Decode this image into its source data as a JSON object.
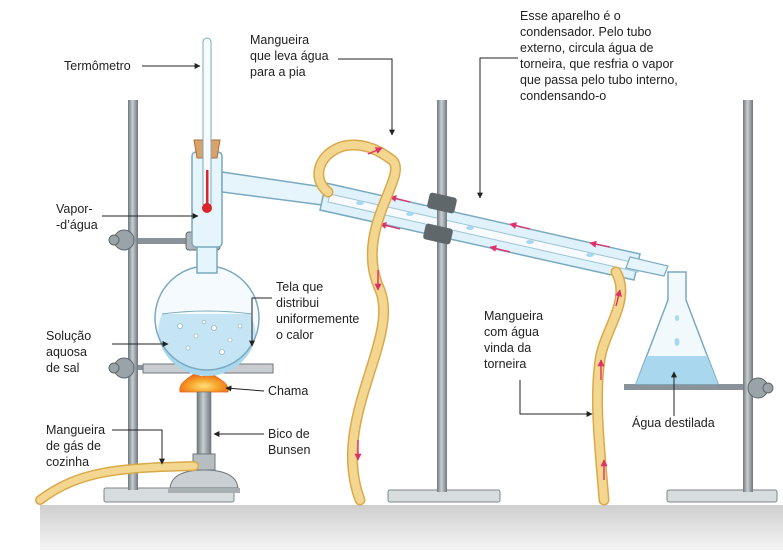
{
  "labels": {
    "termometro": "Termômetro",
    "mangueira_pia": "Mangueira\nque leva água\npara a pia",
    "condensador": "Esse aparelho é o\ncondensador. Pelo tubo\nexterno, circula água de\ntorneira, que resfria o vapor\nque passa pelo tubo interno,\ncondensando-o",
    "vapor": "Vapor-\n-d’água",
    "tela": "Tela que\ndistribui\nuniformemente\no calor",
    "solucao": "Solução\naquosa\nde sal",
    "chama": "Chama",
    "mangueira_gas": "Mangueira\nde gás de\ncozinha",
    "bico": "Bico de\nBunsen",
    "mangueira_torneira": "Mangueira\ncom água\nvinda da\ntorneira",
    "agua_destilada": "Água destilada"
  },
  "colors": {
    "stand_metal": "#8a9399",
    "glass": "#cfe9f5",
    "solution": "#a9d8ee",
    "hose": "#f3d690",
    "hose_edge": "#d9a94a",
    "flow_arrow": "#e0306a",
    "flame": "#f08a1c",
    "cork": "#d9a26a",
    "thermo_liquid": "#d8262b",
    "leader_line": "#222222",
    "table": "#d9d9d9"
  }
}
